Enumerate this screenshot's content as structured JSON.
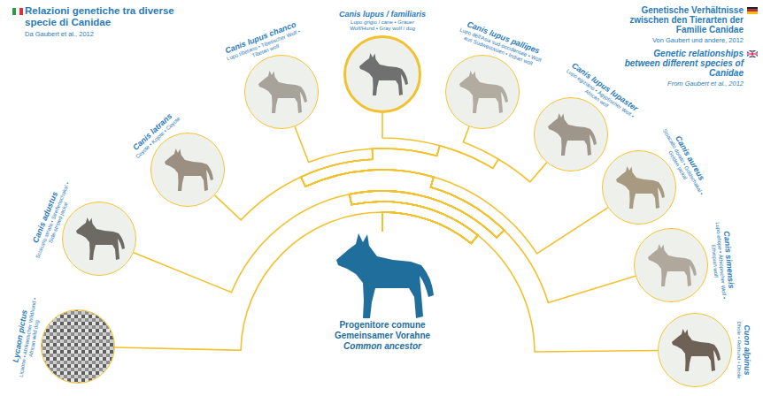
{
  "diagram": {
    "title": "Relazioni genetiche tra diverse specie di Canidae",
    "nodes": [
      {
        "text": [
          "Lycaon pictus",
          "Licaone • Afrikanischer Wildhund • African wild dog"
        ]
      },
      {
        "text": [
          "Canis adustus",
          "Sciacallo striato • Streifenschakal • Side-striped jackal"
        ]
      },
      {
        "text": [
          "Canis latrans",
          "Coyote • Kojote • Coyote"
        ]
      },
      {
        "text": [
          "Canis lupus chanco",
          "Lupo tibetano • Tibetischer Wolf • Tibetan wolf"
        ]
      },
      {
        "text": [
          "Canis lupus / familiaris",
          "Lupo grigio / cane • Grauer Wolf/Hund • Gray wolf / dog"
        ]
      },
      {
        "text": [
          "Canis lupus pallipes",
          "Lupo dell'Asia sud-occidentale • Wolf aus Südwestasien • Indian wolf"
        ]
      },
      {
        "text": [
          "Canis lupus lupaster",
          "Lupo egiziano • Ägyptischer Wolf • African wolf"
        ]
      },
      {
        "text": [
          "Canis aureus",
          "Sciacallo dorato • Goldschakal • Golden jackal"
        ]
      },
      {
        "text": [
          "Canis simensis",
          "Lupo etiope • Äthiopischer Wolf • Ethiopian wolf"
        ]
      },
      {
        "text": [
          "Cuon alpinus",
          "Dhole • Rothund • Dhole"
        ]
      },
      {
        "text": [
          "Progenitore comune",
          "Gemeinsamer Vorahne",
          "Common ancestor"
        ]
      }
    ],
    "edges": [
      {
        "from": 10,
        "to": 0,
        "arrow": "none"
      },
      {
        "from": 10,
        "to": 1,
        "arrow": "none"
      },
      {
        "from": 10,
        "to": 2,
        "arrow": "none"
      },
      {
        "from": 10,
        "to": 3,
        "arrow": "none"
      },
      {
        "from": 10,
        "to": 4,
        "arrow": "none"
      },
      {
        "from": 10,
        "to": 5,
        "arrow": "none"
      },
      {
        "from": 10,
        "to": 6,
        "arrow": "none"
      },
      {
        "from": 10,
        "to": 7,
        "arrow": "none"
      },
      {
        "from": 10,
        "to": 8,
        "arrow": "none"
      },
      {
        "from": 10,
        "to": 9,
        "arrow": "none"
      }
    ],
    "labels": [
      "Da Gaubert et al., 2012",
      "Genetische Verhältnisse zwischen den Tierarten der Familie Canidae",
      "Von Gaubert und andere, 2012",
      "Genetic relationships between different species of Canidae",
      "From Gaubert et al., 2012"
    ]
  }
}
